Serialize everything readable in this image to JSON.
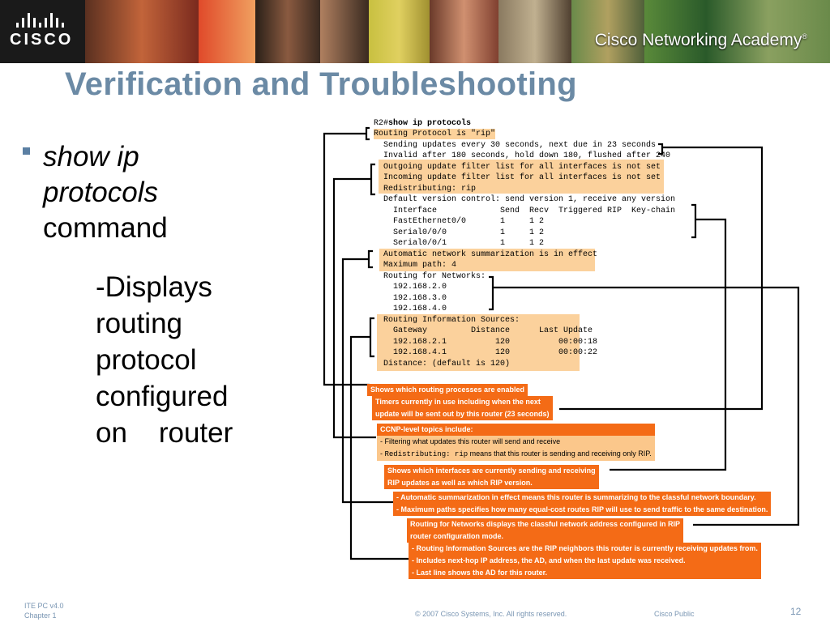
{
  "banner": {
    "logo_text": "CISCO",
    "academy_brand": "Cisco",
    "academy_text": "Networking Academy",
    "academy_mark": "®"
  },
  "slide": {
    "title": "Verification and Troubleshooting",
    "bullet_italic_1": "show ip",
    "bullet_italic_2": "protocols",
    "bullet_normal": "command",
    "desc_lines": [
      "-Displays",
      "routing",
      "protocol",
      "configured",
      "on    router"
    ]
  },
  "terminal": {
    "prompt": "R2#",
    "command": "show ip protocols",
    "lines": [
      "Routing Protocol is \"rip\"",
      "  Sending updates every 30 seconds, next due in 23 seconds",
      "  Invalid after 180 seconds, hold down 180, flushed after 240",
      "  Outgoing update filter list for all interfaces is not set",
      "  Incoming update filter list for all interfaces is not set",
      "  Redistributing: rip",
      "  Default version control: send version 1, receive any version",
      "    Interface             Send  Recv  Triggered RIP  Key-chain",
      "    FastEthernet0/0       1     1 2",
      "    Serial0/0/0           1     1 2",
      "    Serial0/0/1           1     1 2",
      "  Automatic network summarization is in effect",
      "  Maximum path: 4",
      "  Routing for Networks:",
      "    192.168.2.0",
      "    192.168.3.0",
      "    192.168.4.0",
      "  Routing Information Sources:",
      "    Gateway         Distance      Last Update",
      "    192.168.2.1          120          00:00:18",
      "    192.168.4.1          120          00:00:22",
      "  Distance: (default is 120)"
    ]
  },
  "notes": {
    "n1": "Shows which routing processes are enabled",
    "n2a": "Timers currently in use including when the next",
    "n2b": "update will be sent out by this router (23 seconds)",
    "n3a": "CCNP-level topics include:",
    "n3b": "- Filtering what updates this router will send and receive",
    "n3c_prefix": "- ",
    "n3c_mono": "Redistributing: rip",
    "n3c_suffix": " means that this router is sending and receiving only RIP.",
    "n4a": "Shows which interfaces are currently sending and receiving",
    "n4b": "RIP updates as well as which RIP version.",
    "n5a": "- Automatic summarization in effect means this router is summarizing to the classful network boundary.",
    "n5b": "- Maximum paths specifies how many equal-cost routes RIP will use to send traffic to the same destination.",
    "n6a": "Routing for Networks displays the classful network address configured in RIP",
    "n6b": "router configuration mode.",
    "n7a": "- Routing Information Sources are the RIP neighbors this router is currently receiving updates from.",
    "n7b": "- Includes next-hop IP address, the AD, and when the last update was received.",
    "n7c": "- Last line shows the AD for this router."
  },
  "footer": {
    "course": "ITE PC v4.0",
    "chapter": "Chapter 1",
    "copyright": "© 2007 Cisco Systems, Inc. All rights reserved.",
    "classification": "Cisco Public",
    "page_number": "12"
  },
  "colors": {
    "title": "#6b8aa5",
    "note_dark": "#f46b16",
    "note_light": "#fbc78b",
    "highlight": "#fcd29b",
    "footer_text": "#7a96b3"
  }
}
